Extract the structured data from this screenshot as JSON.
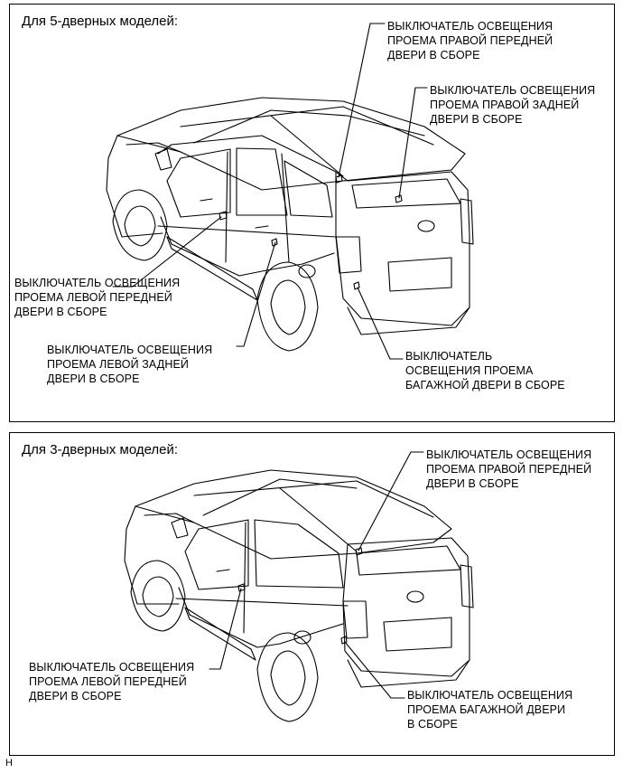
{
  "panels": [
    {
      "title": "Для 5-дверных моделей:",
      "callouts": {
        "rf": [
          "ВЫКЛЮЧАТЕЛЬ ОСВЕЩЕНИЯ",
          "ПРОЕМА ПРАВОЙ ПЕРЕДНЕЙ",
          "ДВЕРИ В СБОРЕ"
        ],
        "rr": [
          "ВЫКЛЮЧАТЕЛЬ ОСВЕЩЕНИЯ",
          "ПРОЕМА ПРАВОЙ ЗАДНЕЙ",
          "ДВЕРИ В СБОРЕ"
        ],
        "lf": [
          "ВЫКЛЮЧАТЕЛЬ ОСВЕЩЕНИЯ",
          "ПРОЕМА ЛЕВОЙ ПЕРЕДНЕЙ",
          "ДВЕРИ В СБОРЕ"
        ],
        "lr": [
          "ВЫКЛЮЧАТЕЛЬ ОСВЕЩЕНИЯ",
          "ПРОЕМА ЛЕВОЙ ЗАДНЕЙ",
          "ДВЕРИ В СБОРЕ"
        ],
        "bk": [
          "ВЫКЛЮЧАТЕЛЬ",
          "ОСВЕЩЕНИЯ ПРОЕМА",
          "БАГАЖНОЙ ДВЕРИ В СБОРЕ"
        ]
      }
    },
    {
      "title": "Для 3-дверных моделей:",
      "callouts": {
        "rf": [
          "ВЫКЛЮЧАТЕЛЬ ОСВЕЩЕНИЯ",
          "ПРОЕМА ПРАВОЙ ПЕРЕДНЕЙ",
          "ДВЕРИ В СБОРЕ"
        ],
        "lf": [
          "ВЫКЛЮЧАТЕЛЬ ОСВЕЩЕНИЯ",
          "ПРОЕМА ЛЕВОЙ ПЕРЕДНЕЙ",
          "ДВЕРИ В СБОРЕ"
        ],
        "bk": [
          "ВЫКЛЮЧАТЕЛЬ ОСВЕЩЕНИЯ",
          "ПРОЕМА БАГАЖНОЙ ДВЕРИ",
          "В СБОРЕ"
        ]
      }
    }
  ],
  "footer": "H"
}
